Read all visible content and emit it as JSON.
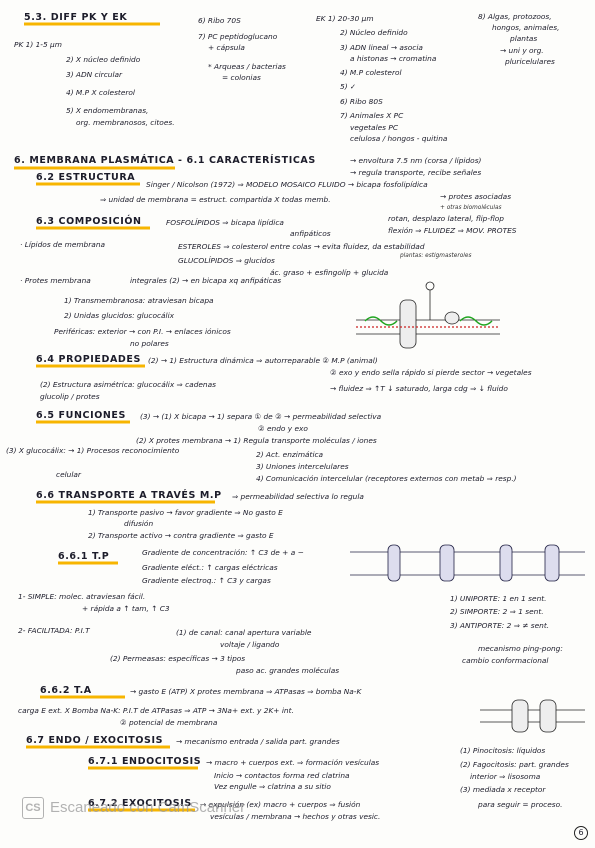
{
  "section_5_3": {
    "title": "5.3. DIFF PK Y EK",
    "pk_items": [
      "PK   1) 1-5 μm",
      "2) X núcleo definido",
      "3) ADN circular",
      "4) M.P X colesterol",
      "5) X endomembranas,",
      "org. membranosos, citoes."
    ],
    "pk_more": [
      "6) Ribo 70S",
      "7) PC peptidoglucano",
      "+ cápsula",
      "* Arqueas / bacterias",
      "= colonias"
    ],
    "ek_items": [
      "EK   1) 20-30 μm",
      "2) Núcleo definido",
      "3) ADN lineal → asocia",
      "a histonas → cromatina",
      "4) M.P colesterol",
      "5) ✓",
      "6) Ribo 80S",
      "7) Animales X PC",
      "vegetales PC",
      "celulosa / hongos - quitina"
    ],
    "ek_right": [
      "8) Algas, protozoos,",
      "hongos, animales,",
      "plantas",
      "→ uni y org.",
      "pluricelulares"
    ]
  },
  "section_6": {
    "heading": "6. MEMBRANA PLASMÁTICA",
    "heading_sub": "- 6.1 CARACTERÍSTICAS",
    "char_line1": "→ envoltura  7.5 nm  (corsa / lípidos)",
    "char_line2": "→ regula transporte, recibe señales",
    "s62_title": "6.2 ESTRUCTURA",
    "s62_line1": "Singer / Nicolson (1972) ⇒ MODELO MOSAICO FLUIDO → bicapa fosfolipídica",
    "s62_line2": "⇒ unidad de membrana = estruct. compartida X todas memb.",
    "s62_line3": "→ protes asociadas",
    "s62_line4": "+ otras biomoléculas",
    "s63_title": "6.3 COMPOSICIÓN",
    "comp_lipidos_label": "· Lípidos de membrana",
    "comp_lines": [
      "FOSFOLÍPIDOS ⇒ bicapa lipídica",
      "anfipáticos",
      "ESTEROLES ⇒ colesterol entre colas → evita fluidez, da estabilidad",
      "GLUCOLÍPIDOS ⇒ glucidos",
      "ác. graso + esfingolíp + glucida",
      "rotan, desplazo lateral, flip-flop",
      "flexión ⇒ FLUIDEZ ⇒ MOV. PROTES",
      "plantas: estigmasteroles"
    ],
    "comp_protes_label": "· Protes membrana",
    "protes_lines": [
      "integrales (2)  → en bicapa xq anfipáticas",
      "1) Transmembranosa: atraviesan bicapa",
      "2) Unidas glucidos: glucocálix",
      "Periféricas: exterior → con P.I. → enlaces iónicos",
      "no polares"
    ],
    "s64_title": "6.4 PROPIEDADES",
    "prop_lines": [
      "(2)  → 1) Estructura dinámica ⇒ autorreparable  ② M.P (animal)",
      "② exo y endo  sella rápido si pierde sector → vegetales",
      "→ fluidez ⇒ ↑T  ↓ saturado, larga cdg ⇒ ↓ fluido",
      "(2) Estructura asimétrica: glucocálix ⇒ cadenas",
      "glucolip / protes"
    ],
    "s65_title": "6.5 FUNCIONES",
    "func_lines": [
      "(3) → (1) X bicapa → 1) separa  ① de ②  → permeabilidad selectiva",
      "② endo y exo",
      "(2) X protes membrana → 1) Regula transporte moléculas / iones",
      "2) Act. enzimática",
      "3) Uniones intercelulares",
      "4) Comunicación intercelular (receptores externos con metab ⇒ resp.)",
      "(3) X glucocálix: → 1) Procesos reconocimiento",
      "celular"
    ],
    "s66_title": "6.6 TRANSPORTE A TRAVÉS M.P",
    "transp_lines": [
      "⇒ permeabilidad selectiva lo regula",
      "1) Transporte pasivo → favor gradiente ⇒ No gasto E",
      "difusión",
      "2) Transporte activo → contra gradiente ⇒ gasto E"
    ],
    "s661_title": "6.6.1 T.P",
    "tp_lines": [
      "Gradiente de concentración: ↑ C3 de + a −",
      "Gradiente eléct.: ↑ cargas eléctricas",
      "Gradiente electroq.: ↑ C3 y cargas",
      "1- SIMPLE: molec. atraviesan fácil.",
      "+ rápida a ↑ tam, ↑ C3",
      "2- FACILITADA: P.I.T",
      "(1) de canal: canal apertura variable",
      "voltaje / ligando",
      "(2) Permeasas: específicas → 3 tipos",
      "paso ac. grandes moléculas"
    ],
    "tp_right": [
      "1) UNIPORTE: 1 en 1 sent.",
      "2) SIMPORTE: 2 ⇒ 1 sent.",
      "3) ANTIPORTE: 2 ⇒ ≠ sent.",
      "mecanismo ping-pong:",
      "cambio conformacional"
    ],
    "s662_title": "6.6.2 T.A",
    "ta_lines": [
      "→ gasto E (ATP) X protes membrana ⇒ ATPasas ⇒ bomba Na-K",
      "carga E ext. X Bomba Na-K: P.I.T de ATPasas ⇒ ATP → 3Na+ ext. y 2K+ int.",
      "② potencial de membrana"
    ],
    "s67_title": "6.7 ENDO / EXOCITOSIS",
    "s67_sub": "→ mecanismo entrada / salida part. grandes",
    "s671_title": "6.7.1 ENDOCITOSIS",
    "endo_lines": [
      "→ macro + cuerpos ext. ⇒ formación vesículas",
      "Inicio → contactos forma red clatrina",
      "Vez engulle ⇒ clatrina a su sitio",
      "(1) Pinocitosis: líquidos",
      "(2) Fagocitosis: part. grandes",
      "interior ⇒ lisosoma",
      "(3) mediada x receptor"
    ],
    "s672_title": "6.7.2 EXOCITOSIS",
    "exo_lines": [
      "→ expulsión (ex) macro + cuerpos ⇒ fusión",
      "vesículas / membrana → hechos y otras vesic.",
      "para seguir = proceso."
    ]
  },
  "watermark": "Escaneado con CamScanner",
  "watermark_logo": "CS",
  "page_number": "6"
}
